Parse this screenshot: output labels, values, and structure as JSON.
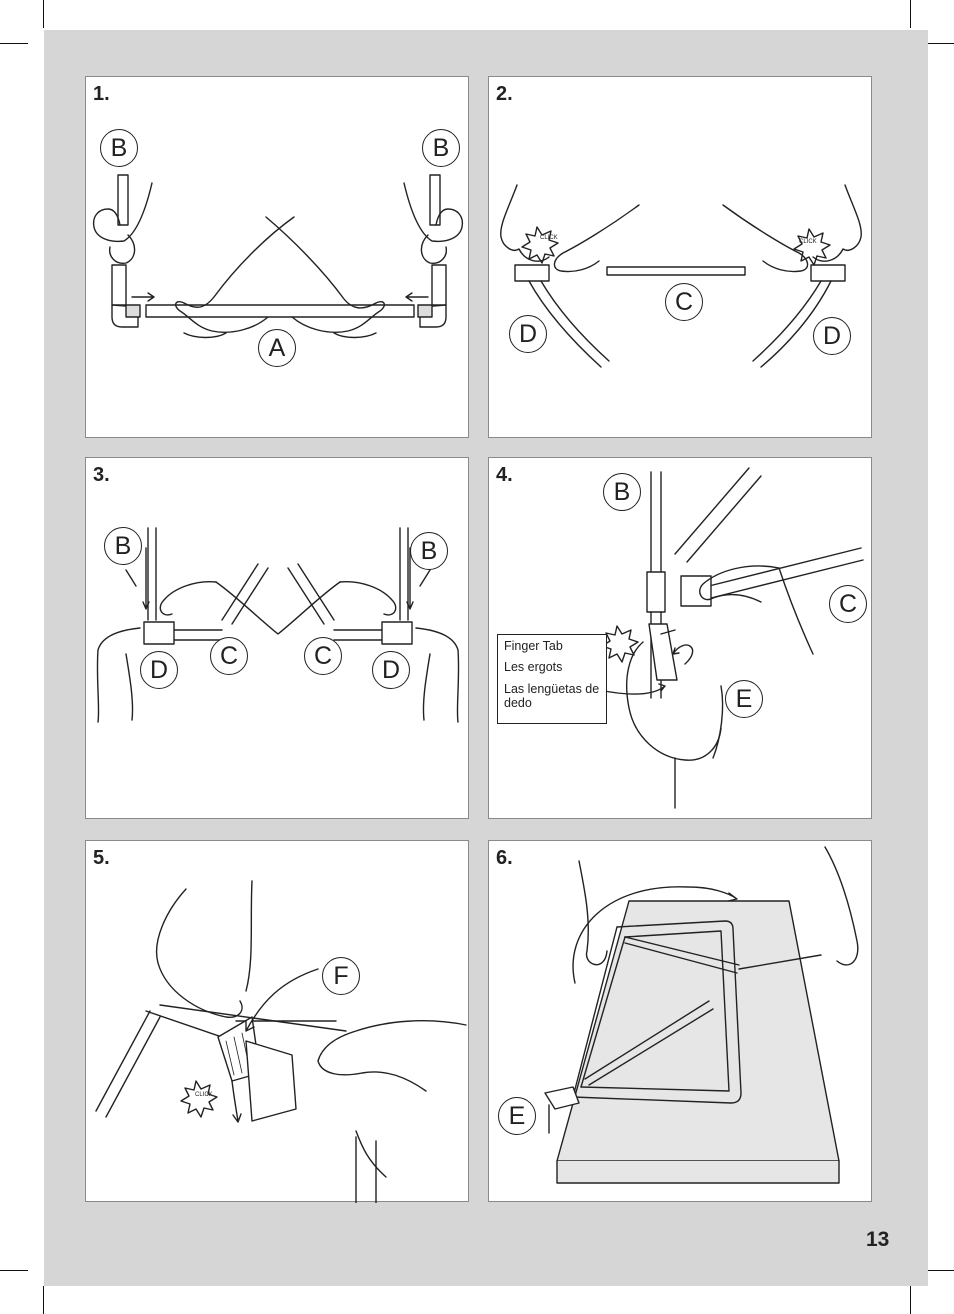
{
  "page_number": "13",
  "steps": [
    {
      "number": "1.",
      "labels": [
        "B",
        "B",
        "A"
      ]
    },
    {
      "number": "2.",
      "labels": [
        "C",
        "D",
        "D"
      ],
      "click_text": "CLICK"
    },
    {
      "number": "3.",
      "labels": [
        "B",
        "B",
        "C",
        "D",
        "C",
        "D"
      ]
    },
    {
      "number": "4.",
      "labels": [
        "B",
        "C",
        "E"
      ],
      "callout": [
        "Finger Tab",
        "Les ergots",
        "Las lengüetas de dedo"
      ]
    },
    {
      "number": "5.",
      "labels": [
        "F"
      ],
      "click_text": "CLICK"
    },
    {
      "number": "6.",
      "labels": [
        "E"
      ]
    }
  ],
  "colors": {
    "page_background": "#d6d6d6",
    "panel_border": "#8a8a8a",
    "line": "#222222",
    "surface_fill": "#e6e6e6"
  }
}
